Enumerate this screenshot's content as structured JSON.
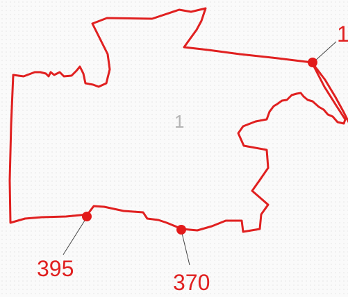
{
  "map": {
    "parcel": {
      "label": "1",
      "outline_color": "#e02020"
    },
    "points": [
      {
        "id": "point-partial",
        "label": "1"
      },
      {
        "id": "point-395",
        "label": "395"
      },
      {
        "id": "point-370",
        "label": "370"
      }
    ],
    "colors": {
      "boundary": "#e02020",
      "marker": "#e21a1a",
      "leader": "#444444",
      "point_label": "#e02020",
      "parcel_label": "#b4b4b4"
    }
  }
}
